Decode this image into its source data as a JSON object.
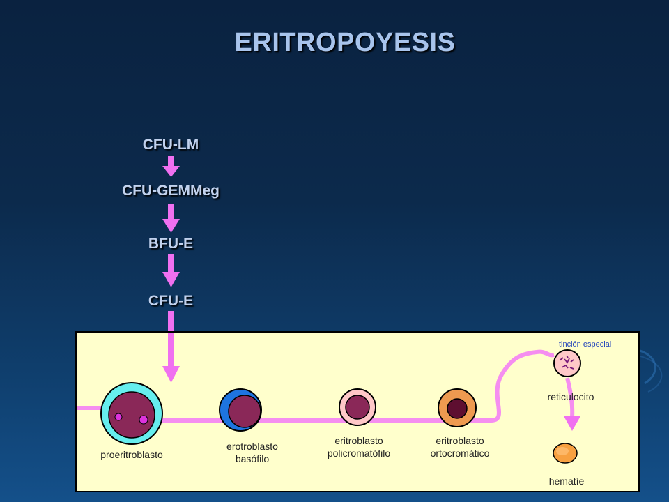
{
  "title": "ERITROPOYESIS",
  "stages": [
    "CFU-LM",
    "CFU-GEMMeg",
    "BFU-E",
    "CFU-E"
  ],
  "panel": {
    "tincion_label": "tinción especial",
    "cells": {
      "proeritroblasto": "proeritroblasto",
      "erotroblasto_basofilo": [
        "erotroblasto",
        "basófilo"
      ],
      "eritroblasto_policromatofilo": [
        "eritroblasto",
        "policromatófilo"
      ],
      "eritroblasto_ortocromatico": [
        "eritroblasto",
        "ortocromático"
      ],
      "reticulocito": "reticulocito",
      "hematie": "hematíe"
    }
  },
  "colors": {
    "arrow": "#f070f0",
    "nucleus": "#8a2858",
    "panel_bg": "#ffffcc"
  }
}
